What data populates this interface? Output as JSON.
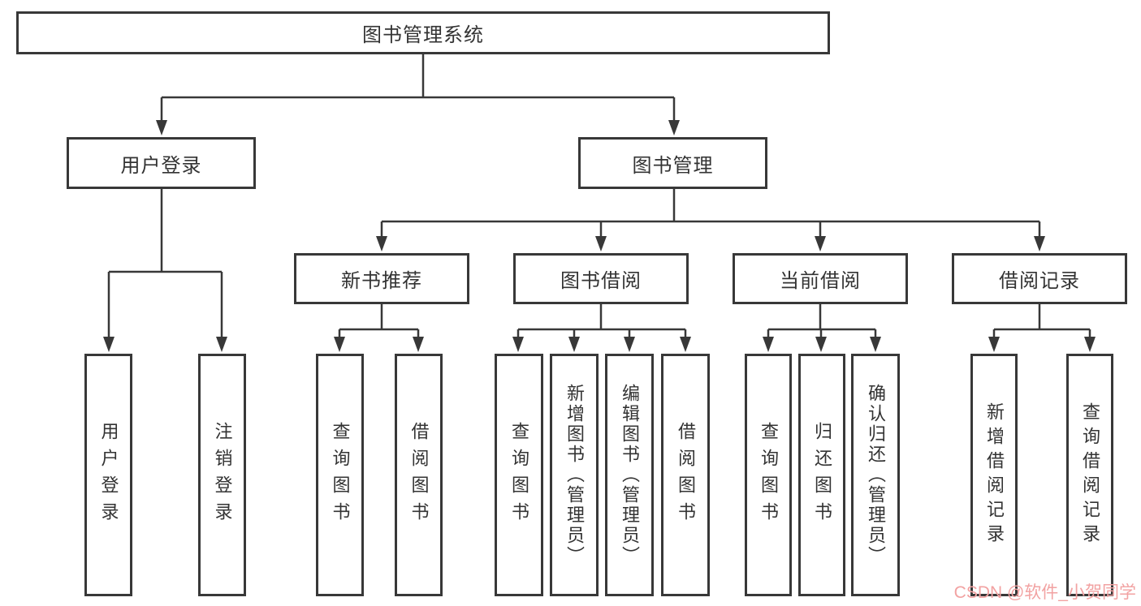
{
  "colors": {
    "line": "#383838",
    "text": "#333333",
    "background": "#ffffff",
    "watermark": "#f2a2a2"
  },
  "diagram": {
    "type": "hierarchy-tree",
    "root": {
      "label": "图书管理系统"
    },
    "level2": [
      {
        "label": "用户登录"
      },
      {
        "label": "图书管理"
      }
    ],
    "level3": [
      {
        "label": "新书推荐",
        "parent": "图书管理"
      },
      {
        "label": "图书借阅",
        "parent": "图书管理"
      },
      {
        "label": "当前借阅",
        "parent": "图书管理"
      },
      {
        "label": "借阅记录",
        "parent": "图书管理"
      }
    ],
    "leaves": {
      "userLogin": [
        {
          "label": "用户登录"
        },
        {
          "label": "注销登录"
        }
      ],
      "newBooks": [
        {
          "label": "查询图书"
        },
        {
          "label": "借阅图书"
        }
      ],
      "bookBorrow": [
        {
          "label": "查询图书"
        },
        {
          "label": "新增图书（管理员）"
        },
        {
          "label": "编辑图书（管理员）"
        },
        {
          "label": "借阅图书"
        }
      ],
      "currentBorrow": [
        {
          "label": "查询图书"
        },
        {
          "label": "归还图书"
        },
        {
          "label": "确认归还（管理员）"
        }
      ],
      "borrowRecords": [
        {
          "label": "新增借阅记录"
        },
        {
          "label": "查询借阅记录"
        }
      ]
    }
  },
  "watermark": {
    "text": "CSDN @软件_小贺同学"
  }
}
